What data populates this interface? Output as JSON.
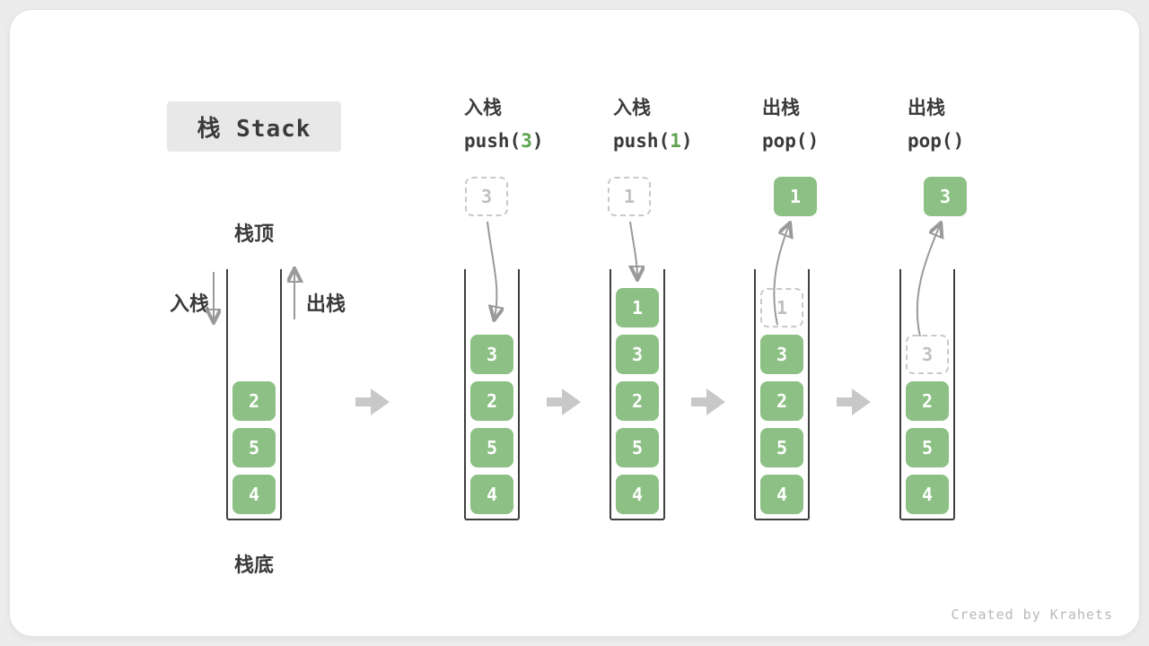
{
  "title": "栈 Stack",
  "labels": {
    "stack_top": "栈顶",
    "stack_bottom": "栈底",
    "push": "入栈",
    "pop": "出栈"
  },
  "headers": [
    {
      "op": "入栈",
      "code_prefix": "push(",
      "arg": "3",
      "code_suffix": ")"
    },
    {
      "op": "入栈",
      "code_prefix": "push(",
      "arg": "1",
      "code_suffix": ")"
    },
    {
      "op": "出栈",
      "code_prefix": "pop(",
      "arg": "",
      "code_suffix": ")"
    },
    {
      "op": "出栈",
      "code_prefix": "pop(",
      "arg": "",
      "code_suffix": ")"
    }
  ],
  "floating": [
    {
      "value": "3",
      "style": "dashed"
    },
    {
      "value": "1",
      "style": "dashed"
    },
    {
      "value": "1",
      "style": "green"
    },
    {
      "value": "3",
      "style": "green"
    }
  ],
  "stacks": [
    {
      "cells": [
        {
          "v": "2"
        },
        {
          "v": "5"
        },
        {
          "v": "4"
        }
      ]
    },
    {
      "cells": [
        {
          "v": "3"
        },
        {
          "v": "2"
        },
        {
          "v": "5"
        },
        {
          "v": "4"
        }
      ]
    },
    {
      "cells": [
        {
          "v": "1"
        },
        {
          "v": "3"
        },
        {
          "v": "2"
        },
        {
          "v": "5"
        },
        {
          "v": "4"
        }
      ]
    },
    {
      "cells": [
        {
          "v": "1",
          "ghost": true
        },
        {
          "v": "3"
        },
        {
          "v": "2"
        },
        {
          "v": "5"
        },
        {
          "v": "4"
        }
      ]
    },
    {
      "cells": [
        {
          "v": "3",
          "ghost": true
        },
        {
          "v": "2"
        },
        {
          "v": "5"
        },
        {
          "v": "4"
        }
      ]
    }
  ],
  "watermark": "Created by Krahets",
  "colors": {
    "cell_green": "#8cc084",
    "arg_green": "#5fa252",
    "arrow_grey": "#c8c8c8",
    "line_grey": "#9a9a9a",
    "ghost_grey": "#c9c9c9",
    "ink": "#3a3a3a",
    "title_bg": "#e8e8e8",
    "watermark_grey": "#b9b9b9"
  }
}
